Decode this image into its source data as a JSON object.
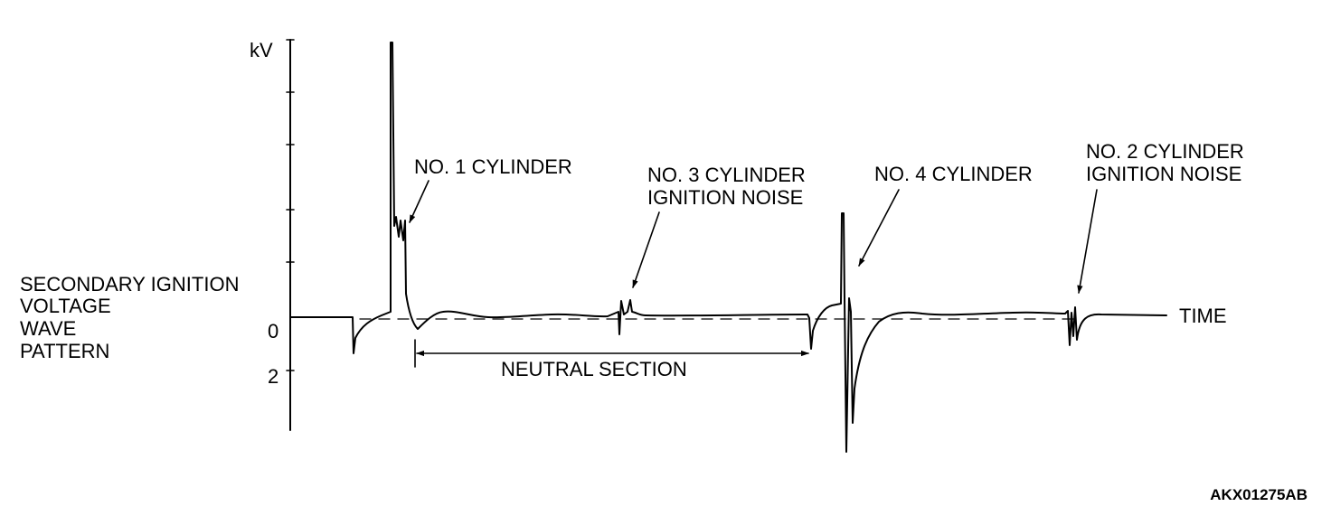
{
  "diagram": {
    "y_axis_unit": "kV",
    "y_ticks": [
      "0",
      "2"
    ],
    "x_axis_label": "TIME",
    "title_lines": [
      "SECONDARY IGNITION",
      "VOLTAGE",
      "WAVE",
      "PATTERN"
    ],
    "neutral_section_label": "NEUTRAL SECTION",
    "figure_code": "AKX01275AB",
    "callouts": {
      "no1": [
        "NO. 1 CYLINDER"
      ],
      "no3": [
        "NO. 3 CYLINDER",
        "IGNITION NOISE"
      ],
      "no4": [
        "NO. 4 CYLINDER"
      ],
      "no2": [
        "NO. 2 CYLINDER",
        "IGNITION NOISE"
      ]
    }
  }
}
